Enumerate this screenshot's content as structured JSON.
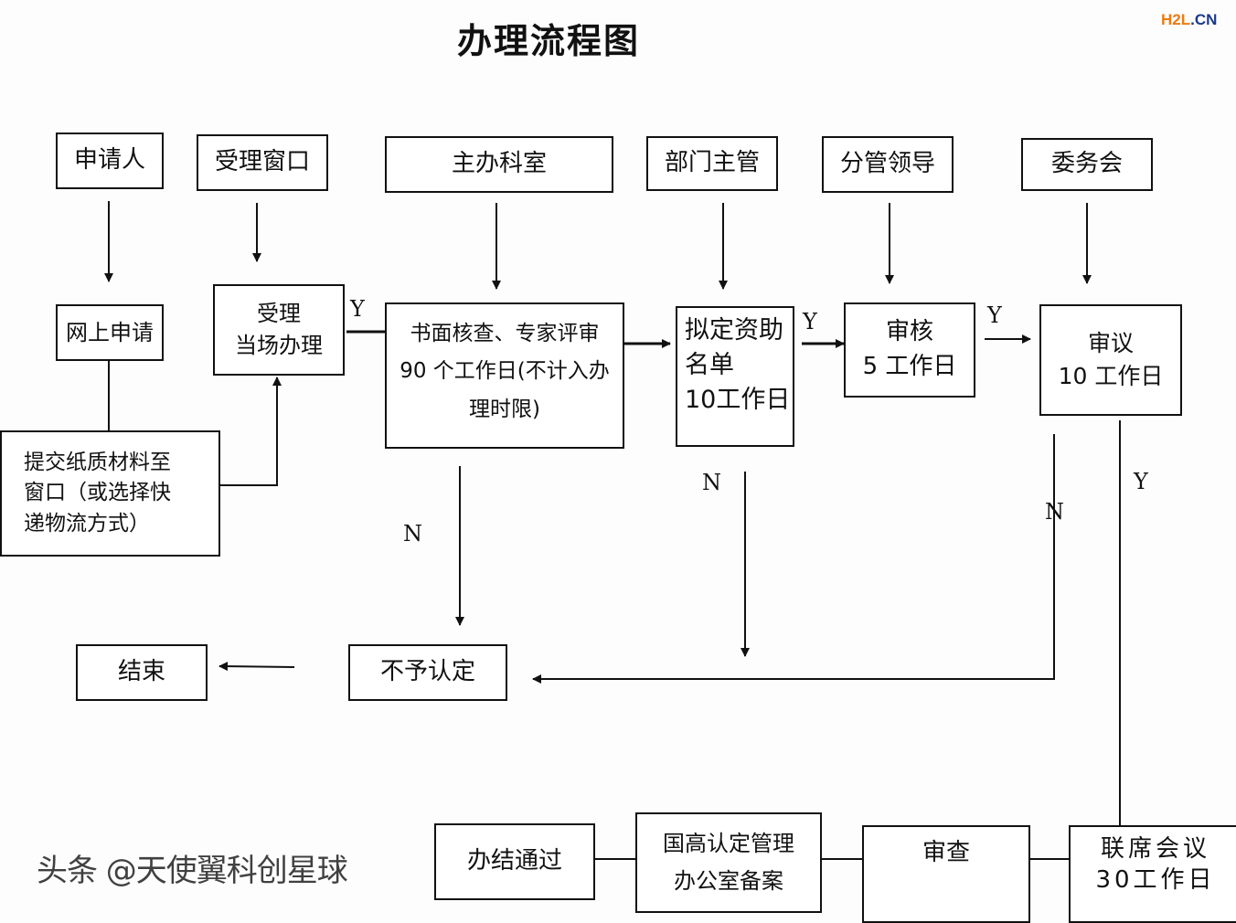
{
  "title": "办理流程图",
  "roles": [
    "申请人",
    "受理窗口",
    "主办科室",
    "部门主管",
    "分管领导",
    "委务会"
  ],
  "steps": {
    "online": [
      "网上申请"
    ],
    "accept": [
      "受理",
      "当场办理"
    ],
    "paper": [
      "提交纸质材料至",
      "窗口（或选择快",
      "递物流方式）"
    ],
    "review": [
      "书面核查、专家评审",
      "90 个工作日(不计入办",
      "理时限)"
    ],
    "draft": [
      "拟定资助",
      "名单",
      "10工作日"
    ],
    "audit": [
      "审核",
      "5 工作日"
    ],
    "deliberate": [
      "审议",
      "10 工作日"
    ],
    "reject": [
      "不予认定"
    ],
    "end": [
      "结束"
    ],
    "pass": [
      "办结通过"
    ],
    "filing": [
      "国高认定管理",
      "办公室备案"
    ],
    "examine": [
      "审查"
    ],
    "joint": [
      "联席会议",
      "30工作日"
    ]
  },
  "labels": {
    "y": "Y",
    "n": "N"
  },
  "watermark": "头条 @天使翼科创星球",
  "logo": {
    "text1": "H2L",
    "text2": ".CN",
    "color1": "#f07a10",
    "color2": "#1a3a8a"
  }
}
